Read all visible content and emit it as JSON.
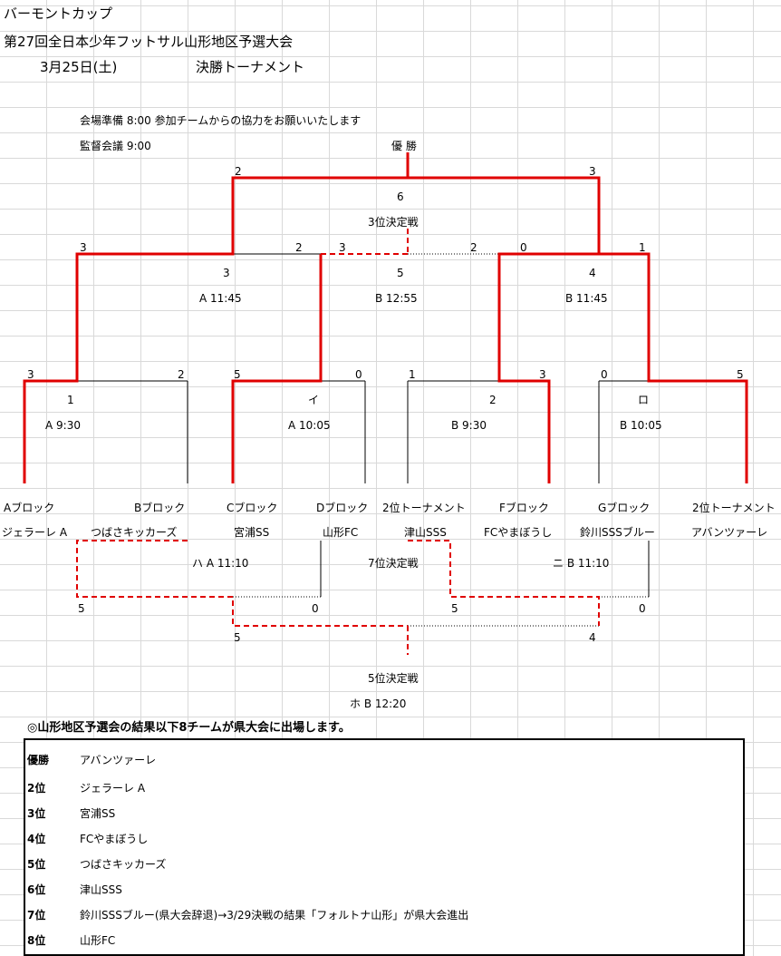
{
  "header": {
    "line1": "バーモントカップ",
    "line2": "第27回全日本少年フットサル山形地区予選大会",
    "date": "3月25日(土)",
    "stage": "決勝トーナメント"
  },
  "notes": {
    "venue_prep": "会場準備 8:00 参加チームからの協力をお願いいたします",
    "managers_meeting": "監督会議 9:00"
  },
  "bracket": {
    "champion_label": "優 勝",
    "final_scores": [
      "2",
      "3"
    ],
    "final_no": "6",
    "third_place_label": "3位決定戦",
    "semi_scores": [
      "3",
      "2",
      "3",
      "2",
      "0",
      "1"
    ],
    "semi_nos": [
      "3",
      "5",
      "4"
    ],
    "semi_times": [
      "A 11:45",
      "B 12:55",
      "B 11:45"
    ],
    "r1_scores": [
      "3",
      "2",
      "5",
      "0",
      "1",
      "3",
      "0",
      "5"
    ],
    "r1_nos": [
      "1",
      "イ",
      "2",
      "ロ"
    ],
    "r1_times": [
      "A 9:30",
      "A 10:05",
      "B 9:30",
      "B 10:05"
    ],
    "blocks": [
      "Aブロック",
      "Bブロック",
      "Cブロック",
      "Dブロック",
      "2位トーナメント",
      "Fブロック",
      "Gブロック",
      "2位トーナメント"
    ],
    "teams": [
      "ジェラーレ A",
      "つばさキッカーズ",
      "宮浦SS",
      "山形FC",
      "津山SSS",
      "FCやまぼうし",
      "鈴川SSSブルー",
      "アバンツァーレ"
    ],
    "cons_times": [
      "ハ A 11:10",
      "ニ B 11:10"
    ],
    "seventh_place_label": "7位決定戦",
    "cons_scores": [
      "5",
      "0",
      "5",
      "0"
    ],
    "fifth_scores": [
      "5",
      "4"
    ],
    "fifth_place_label": "5位決定戦",
    "fifth_time": "ホ B 12:20"
  },
  "results": {
    "heading": "◎山形地区予選会の結果以下8チームが県大会に出場します。",
    "rows": [
      {
        "rank": "優勝",
        "team": "アバンツァーレ"
      },
      {
        "rank": "2位",
        "team": "ジェラーレ A"
      },
      {
        "rank": "3位",
        "team": "宮浦SS"
      },
      {
        "rank": "4位",
        "team": "FCやまぼうし"
      },
      {
        "rank": "5位",
        "team": "つばさキッカーズ"
      },
      {
        "rank": "6位",
        "team": "津山SSS"
      },
      {
        "rank": "7位",
        "team": "鈴川SSSブルー(県大会辞退)→3/29決戦の結果「フォルトナ山形」が県大会進出"
      },
      {
        "rank": "8位",
        "team": "山形FC"
      }
    ]
  },
  "colors": {
    "winner_line": "#e00000",
    "line": "#000000"
  }
}
